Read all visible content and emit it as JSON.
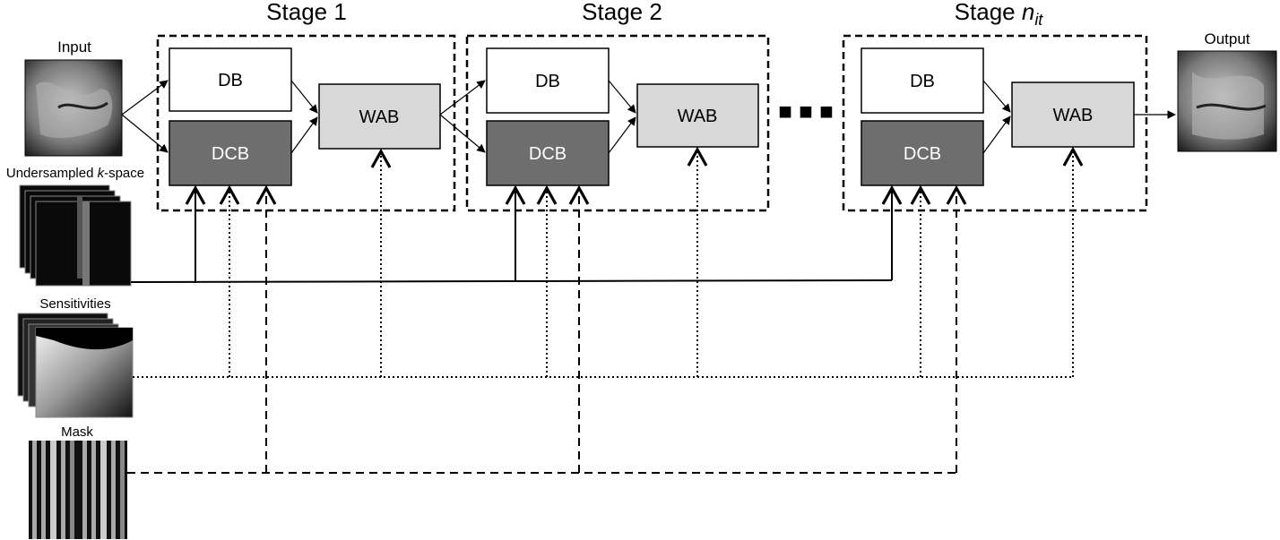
{
  "inputs": {
    "input_label": "Input",
    "kspace_label_prefix": "Undersampled ",
    "kspace_label_italic": "k",
    "kspace_label_suffix": "-space",
    "sensitivities_label": "Sensitivities",
    "mask_label": "Mask"
  },
  "output": {
    "label": "Output"
  },
  "stages": [
    {
      "title": "Stage 1",
      "db": "DB",
      "dcb": "DCB",
      "wab": "WAB"
    },
    {
      "title": "Stage 2",
      "db": "DB",
      "dcb": "DCB",
      "wab": "WAB"
    },
    {
      "title_prefix": "Stage ",
      "title_italic": "n",
      "title_sub": "it",
      "db": "DB",
      "dcb": "DCB",
      "wab": "WAB"
    }
  ],
  "ellipsis": "■ ■ ■",
  "colors": {
    "db_fill": "#ffffff",
    "dcb_fill": "#6e6e6e",
    "wab_fill": "#d8d8d8",
    "line": "#000000"
  }
}
